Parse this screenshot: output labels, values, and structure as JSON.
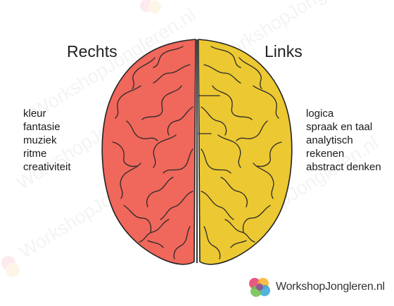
{
  "watermark_text": "WorkshopJongleren.nl",
  "right_hemisphere": {
    "title": "Rechts",
    "color": "#f0675b",
    "traits": [
      "kleur",
      "fantasie",
      "muziek",
      "ritme",
      "creativiteit"
    ]
  },
  "left_hemisphere": {
    "title": "Links",
    "color": "#ecc832",
    "traits": [
      "logica",
      "spraak en taal",
      "analytisch",
      "rekenen",
      "abstract denken"
    ]
  },
  "brand": {
    "name": "WorkshopJongleren.nl",
    "logo_colors": [
      "#e53b6b",
      "#f5b12a",
      "#34a6d8",
      "#6cbf4b",
      "#8e4fa0"
    ]
  }
}
